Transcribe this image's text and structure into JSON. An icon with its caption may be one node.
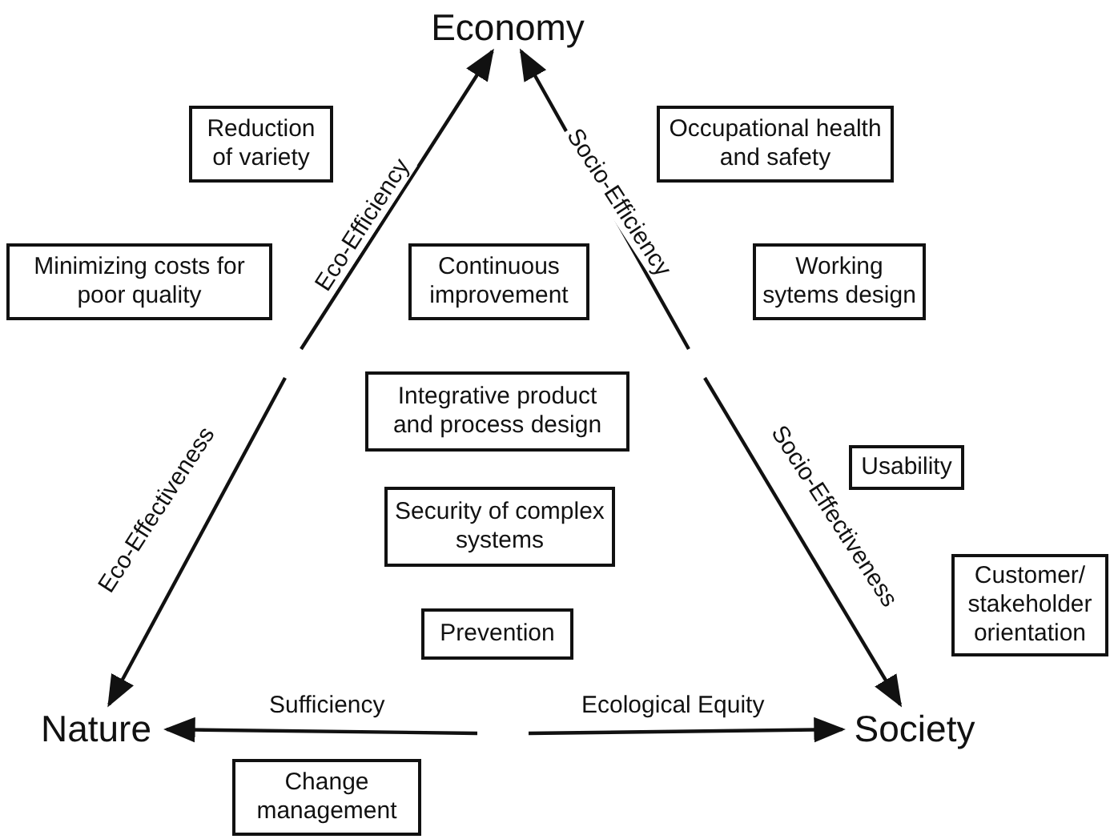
{
  "diagram": {
    "nodes": [
      {
        "text": [
          "Economy"
        ]
      },
      {
        "text": [
          "Nature"
        ]
      },
      {
        "text": [
          "Society"
        ]
      },
      {
        "text": [
          "Reduction of variety"
        ]
      },
      {
        "text": [
          "Occupational health and safety"
        ]
      },
      {
        "text": [
          "Minimizing costs for poor quality"
        ]
      },
      {
        "text": [
          "Continuous improvement"
        ]
      },
      {
        "text": [
          "Working sytems design"
        ]
      },
      {
        "text": [
          "Integrative product and process design"
        ]
      },
      {
        "text": [
          "Usability"
        ]
      },
      {
        "text": [
          "Security of complex systems"
        ]
      },
      {
        "text": [
          "Customer/ stakeholder orientation"
        ]
      },
      {
        "text": [
          "Prevention"
        ]
      },
      {
        "text": [
          "Change management"
        ]
      }
    ],
    "edges": [
      {
        "from": null,
        "to": 0,
        "arrow": "to",
        "label": "Eco-Efficiency"
      },
      {
        "from": null,
        "to": 1,
        "arrow": "to",
        "label": "Eco-Effectiveness"
      },
      {
        "from": null,
        "to": 0,
        "arrow": "to",
        "label": "Socio-Efficiency"
      },
      {
        "from": null,
        "to": 2,
        "arrow": "to",
        "label": "Socio-Effectiveness"
      },
      {
        "from": null,
        "to": 1,
        "arrow": "to",
        "label": "Sufficiency"
      },
      {
        "from": null,
        "to": 2,
        "arrow": "to",
        "label": "Ecological Equity"
      }
    ]
  }
}
